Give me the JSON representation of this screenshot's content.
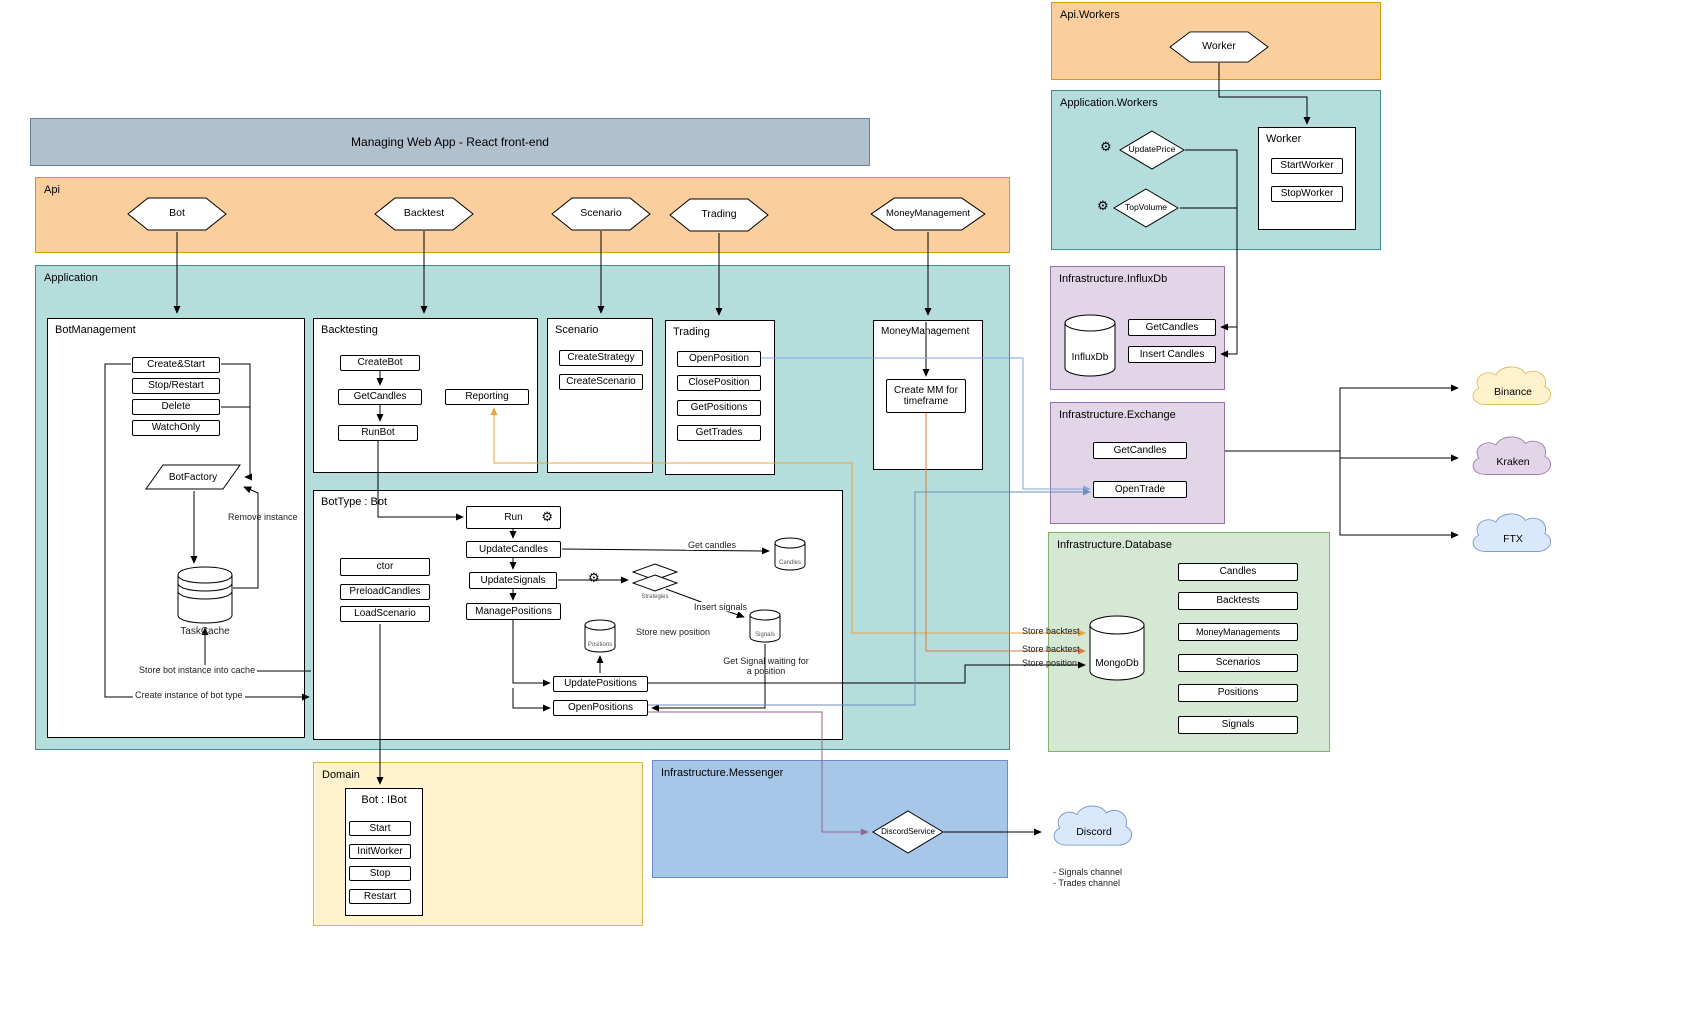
{
  "palette": {
    "orange_fill": "#fbce9d",
    "orange_stroke": "#d79b00",
    "teal_fill": "#b5dddc",
    "teal_stroke": "#3e8f8f",
    "purple_fill": "#e1d5e7",
    "purple_stroke": "#9673a6",
    "green_fill": "#d5e8d4",
    "green_stroke": "#82b366",
    "yellow_fill": "#fff2cc",
    "yellow_stroke": "#d6b656",
    "blue_fill": "#a7c7e8",
    "blue_stroke": "#6c8ebf",
    "gray_fill": "#b0c0cd",
    "gray_stroke": "#6b8093",
    "cloud_blue": "#dae8fc",
    "edge_orange": "#e8a33d",
    "edge_orange2": "#e07941",
    "edge_blue": "#7ea6e0",
    "edge_blue2": "#6c8ebf",
    "edge_magenta": "#9c5c8f"
  },
  "icons": {
    "gear": "⚙"
  },
  "header": {
    "title": "Managing Web App - React front-end"
  },
  "api_workers": {
    "title": "Api.Workers",
    "worker": "Worker"
  },
  "app_workers": {
    "title": "Application.Workers",
    "update_price": "UpdatePrice",
    "top_volume": "TopVolume",
    "worker": {
      "title": "Worker",
      "start": "StartWorker",
      "stop": "StopWorker"
    }
  },
  "api": {
    "title": "Api",
    "endpoints": [
      "Bot",
      "Backtest",
      "Scenario",
      "Trading",
      "MoneyManagement"
    ]
  },
  "application": {
    "title": "Application",
    "bot_management": {
      "title": "BotManagement",
      "actions": [
        "Create&Start",
        "Stop/Restart",
        "Delete",
        "WatchOnly"
      ],
      "factory": "BotFactory",
      "cache": "TaskCache",
      "remove_instance": "Remove instance",
      "store_cache": "Store bot instance into cache",
      "create_instance": "Create instance of bot type"
    },
    "backtesting": {
      "title": "Backtesting",
      "create_bot": "CreateBot",
      "get_candles": "GetCandles",
      "run_bot": "RunBot",
      "reporting": "Reporting"
    },
    "scenario": {
      "title": "Scenario",
      "create_strategy": "CreateStrategy",
      "create_scenario": "CreateScenario"
    },
    "trading": {
      "title": "Trading",
      "open_position": "OpenPosition",
      "close_position": "ClosePosition",
      "get_positions": "GetPositions",
      "get_trades": "GetTrades"
    },
    "money_management": {
      "title": "MoneyManagement",
      "create_mm": "Create MM for timeframe"
    },
    "bot_type": {
      "title": "BotType : Bot",
      "run": "Run",
      "update_candles": "UpdateCandles",
      "update_signals": "UpdateSignals",
      "manage_positions": "ManagePositions",
      "ctor": "ctor",
      "preload_candles": "PreloadCandles",
      "load_scenario": "LoadScenario",
      "update_positions": "UpdatePositions",
      "open_positions": "OpenPositions",
      "candles_store": "Candles",
      "positions_store": "Positions",
      "signals_store": "Signals",
      "strategies": "Strategies",
      "labels": {
        "get_candles": "Get candles",
        "insert_signals": "Insert signals",
        "store_new_position": "Store new position",
        "get_signal_waiting": "Get Signal waiting for a position"
      }
    }
  },
  "domain": {
    "title": "Domain",
    "bot": {
      "title": "Bot : IBot",
      "methods": [
        "Start",
        "InitWorker",
        "Stop",
        "Restart"
      ]
    }
  },
  "messenger": {
    "title": "Infrastructure.Messenger",
    "discord_service": "DiscordService"
  },
  "influxdb": {
    "title": "Infrastructure.InfluxDb",
    "db": "InfluxDb",
    "get_candles": "GetCandles",
    "insert_candles": "Insert Candles"
  },
  "exchange": {
    "title": "Infrastructure.Exchange",
    "get_candles": "GetCandles",
    "open_trade": "OpenTrade"
  },
  "database": {
    "title": "Infrastructure.Database",
    "db": "MongoDb",
    "collections": [
      "Candles",
      "Backtests",
      "MoneyManagements",
      "Scenarios",
      "Positions",
      "Signals"
    ]
  },
  "external": {
    "binance": "Binance",
    "kraken": "Kraken",
    "ftx": "FTX",
    "discord": "Discord",
    "channels": [
      "- Signals channel",
      "- Trades channel"
    ]
  },
  "edge_labels": {
    "store_backtest_reporting": "Store backtest",
    "store_backtest_mm": "Store backtest",
    "store_position": "Store position"
  }
}
